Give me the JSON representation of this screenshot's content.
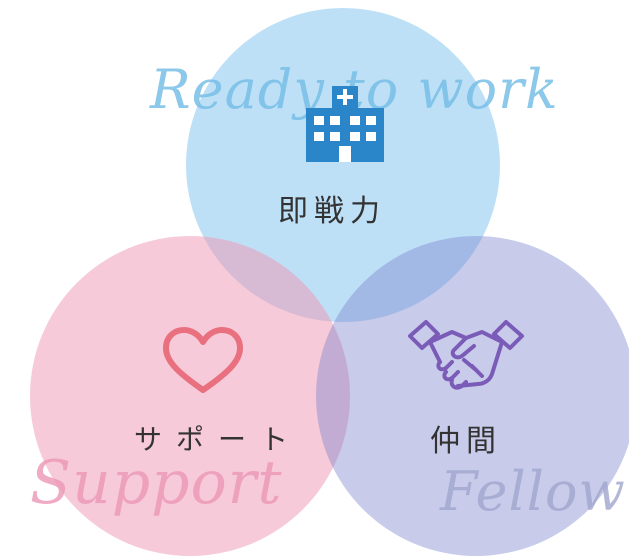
{
  "circles": {
    "top": {
      "label": "即戦力",
      "script": "Ready to work",
      "icon": "hospital-icon",
      "color": "#96CDF2"
    },
    "left": {
      "label": "サポート",
      "script": "Support",
      "icon": "heart-icon",
      "color": "#F096B4"
    },
    "right": {
      "label": "仲間",
      "script": "Fellow",
      "icon": "handshake-icon",
      "color": "#7D82CD"
    }
  }
}
